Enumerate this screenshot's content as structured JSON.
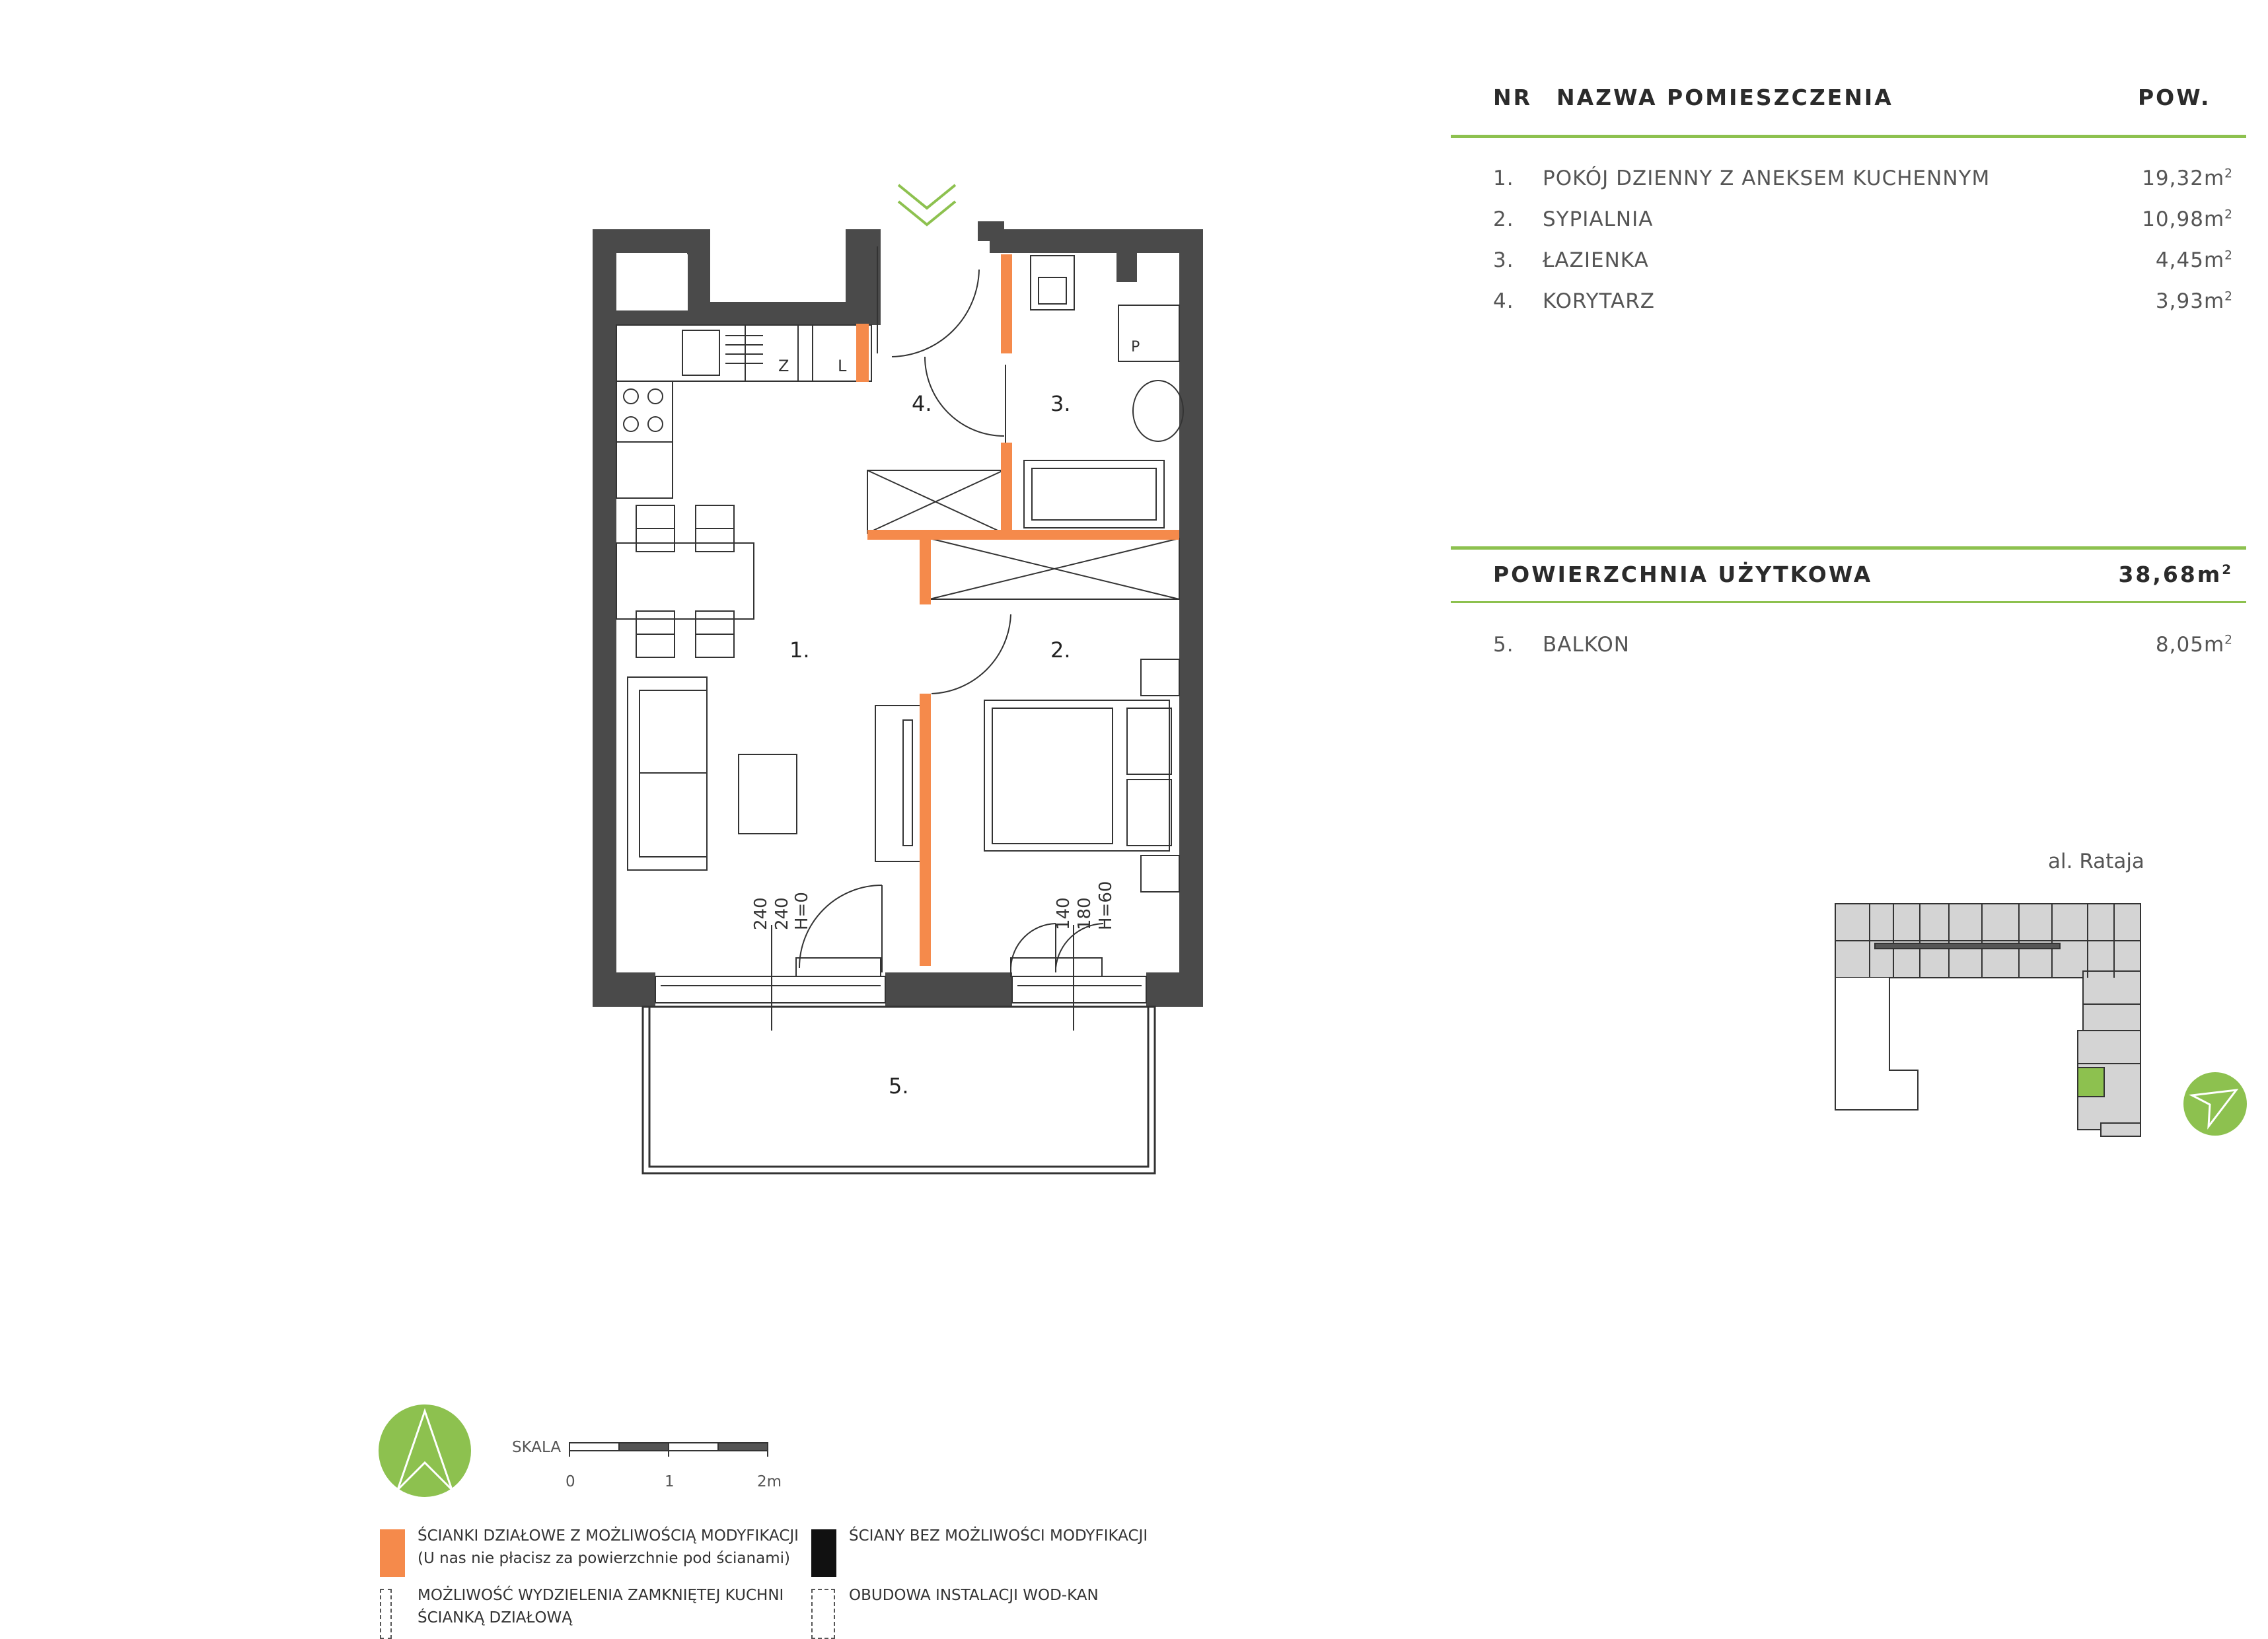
{
  "table": {
    "headers": {
      "nr": "NR",
      "name": "NAZWA POMIESZCZENIA",
      "area": "POW."
    },
    "rooms": [
      {
        "nr": "1.",
        "name": "POKÓJ DZIENNY Z ANEKSEM KUCHENNYM",
        "area": "19,32m",
        "unit_exp": "2"
      },
      {
        "nr": "2.",
        "name": "SYPIALNIA",
        "area": "10,98m",
        "unit_exp": "2"
      },
      {
        "nr": "3.",
        "name": "ŁAZIENKA",
        "area": "4,45m",
        "unit_exp": "2"
      },
      {
        "nr": "4.",
        "name": "KORYTARZ",
        "area": "3,93m",
        "unit_exp": "2"
      }
    ],
    "usable": {
      "label": "POWIERZCHNIA UŻYTKOWA",
      "area": "38,68m",
      "unit_exp": "2"
    },
    "balcony": {
      "nr": "5.",
      "name": "BALKON",
      "area": "8,05m",
      "unit_exp": "2"
    }
  },
  "plan": {
    "room_labels": [
      "1.",
      "2.",
      "3.",
      "4.",
      "5."
    ],
    "kitchen_marks": {
      "z": "Z",
      "l": "L"
    },
    "window_dims_left": [
      "240",
      "240",
      "H=0"
    ],
    "window_dims_right": [
      "140",
      "180",
      "H=60"
    ]
  },
  "location": {
    "street": "al. Rataja"
  },
  "scale": {
    "label": "SKALA",
    "ticks": [
      "0",
      "1",
      "2m"
    ]
  },
  "legend": {
    "modifiable_walls_line1": "ŚCIANKI DZIAŁOWE Z MOŻLIWOŚCIĄ MODYFIKACJI",
    "modifiable_walls_line2": "(U nas nie płacisz za powierzchnie pod ścianami)",
    "fixed_walls": "ŚCIANY BEZ MOŻLIWOŚCI MODYFIKACJI",
    "kitchen_option_line1": "MOŻLIWOŚĆ WYDZIELENIA ZAMKNIĘTEJ KUCHNI",
    "kitchen_option_line2": "ŚCIANKĄ DZIAŁOWĄ",
    "installation": "OBUDOWA INSTALACJI WOD-KAN"
  },
  "colors": {
    "accent_green": "#8dc14f",
    "modifiable_wall": "#f58a4b",
    "fixed_wall": "#4a4a4a"
  }
}
